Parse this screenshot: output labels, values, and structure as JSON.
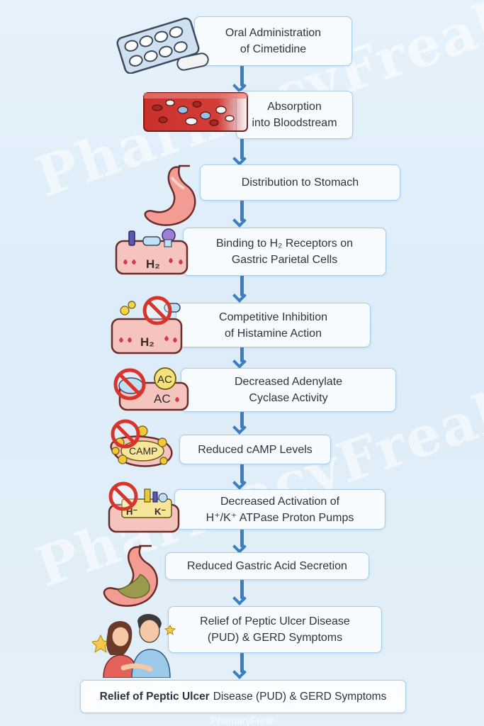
{
  "watermark": {
    "primary": "PharmacyFreak",
    "secondary": "PharmacyFreak",
    "bottom": "PhamaryFreal"
  },
  "steps": [
    {
      "line1": "Oral Administration",
      "line2": "of Cimetidine",
      "icon": "tablet-blister-icon"
    },
    {
      "line1": "Absorption",
      "line2": "into Bloodstream",
      "icon": "blood-vessel-icon"
    },
    {
      "line1": "Distribution to Stomach",
      "line2": "",
      "icon": "stomach-icon"
    },
    {
      "line1": "Binding to H₂ Receptors on",
      "line2": "Gastric Parietal Cells",
      "icon": "h2-receptor-icon"
    },
    {
      "line1": "Competitive Inhibition",
      "line2": "of Histamine Action",
      "icon": "blocked-receptor-icon"
    },
    {
      "line1": "Decreased Adenylate",
      "line2": "Cyclase Activity",
      "icon": "adenylate-cyclase-icon"
    },
    {
      "line1": "Reduced cAMP Levels",
      "line2": "",
      "icon": "camp-icon"
    },
    {
      "line1": "Decreased Activation of",
      "line2": "H⁺/K⁺ ATPase Proton Pumps",
      "icon": "proton-pump-icon"
    },
    {
      "line1": "Reduced Gastric Acid Secretion",
      "line2": "",
      "icon": "stomach-acid-icon"
    },
    {
      "line1": "Relief of Peptic Ulcer Disease",
      "line2": "(PUD) & GERD Symptoms",
      "icon": "relieved-couple-icon"
    }
  ],
  "icon_labels": {
    "h2_a": "H₂",
    "h2_b": "H₂",
    "ac_top": "AC",
    "ac_bottom": "AC",
    "camp": "CAMP",
    "h_ion": "H⁻",
    "k_ion": "K⁻"
  },
  "final": {
    "bold_part": "Relief of Peptic Ulcer",
    "rest": "Disease (PUD) & GERD Symptoms"
  },
  "colors": {
    "arrow": "#3a7fbf",
    "box_border": "#a9cde6",
    "box_fill": "#f7fbfe",
    "tissue": "#f6c4bf",
    "block_red": "#d8342c"
  }
}
